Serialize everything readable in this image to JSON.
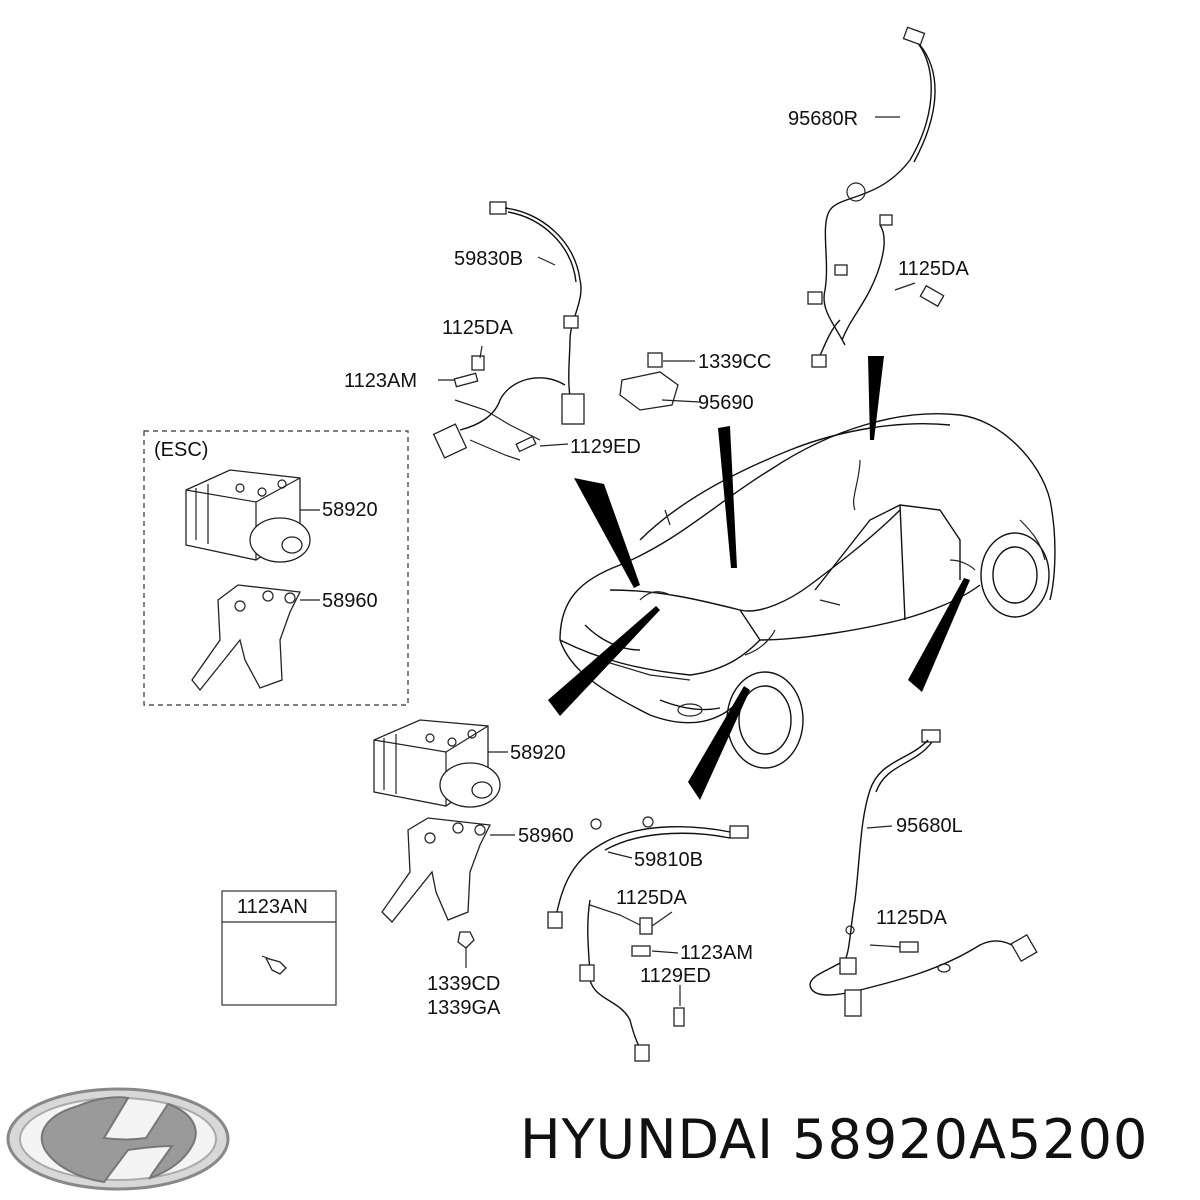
{
  "diagram": {
    "labels": {
      "p95680R": "95680R",
      "p59830B": "59830B",
      "p1125DA_r": "1125DA",
      "p1125DA_fl": "1125DA",
      "p1123AM_fl": "1123AM",
      "p1339CC": "1339CC",
      "p95690": "95690",
      "p1129ED_fl": "1129ED",
      "esc_title": "(ESC)",
      "p58920_esc": "58920",
      "p58960_esc": "58960",
      "p58920": "58920",
      "p58960": "58960",
      "p59810B": "59810B",
      "p1125DA_fr": "1125DA",
      "p1123AM_fr": "1123AM",
      "p1129ED_fr": "1129ED",
      "p95680L": "95680L",
      "p1125DA_rl": "1125DA",
      "box_1123AN": "1123AN",
      "p1339CD": "1339CD",
      "p1339GA": "1339GA"
    }
  },
  "footer": {
    "brand": "HYUNDAI",
    "part_number": "58920A5200",
    "logo": "hyundai-logo"
  }
}
